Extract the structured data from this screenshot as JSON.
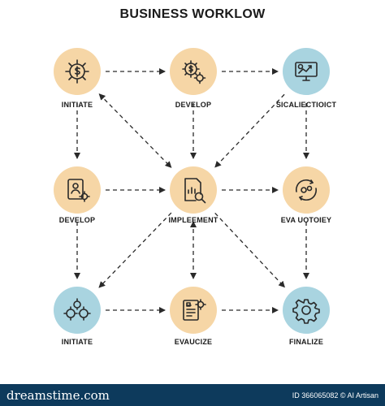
{
  "title": "BUSINESS WORKLOW",
  "colors": {
    "peach": "#f6d6a6",
    "blue": "#a9d4e0",
    "arrow": "#2a2a2a",
    "footer": "#0d3a5c"
  },
  "nodes": [
    {
      "id": "n1",
      "label": "INITIATE",
      "color": "peach",
      "icon": "dollar-gear-icon"
    },
    {
      "id": "n2",
      "label": "DEVELOP",
      "color": "peach",
      "icon": "dollar-gears-icon"
    },
    {
      "id": "n3",
      "label": "SICALIECTIOICT",
      "color": "blue",
      "icon": "monitor-chart-icon"
    },
    {
      "id": "n4",
      "label": "DEVELOP",
      "color": "peach",
      "icon": "id-card-gear-icon"
    },
    {
      "id": "n5",
      "label": "IMPLEEMENT",
      "color": "peach",
      "icon": "report-magnifier-icon"
    },
    {
      "id": "n6",
      "label": "EVA UOTOIEY",
      "color": "peach",
      "icon": "cycle-gears-icon"
    },
    {
      "id": "n7",
      "label": "INITIATE",
      "color": "blue",
      "icon": "gear-cluster-icon"
    },
    {
      "id": "n8",
      "label": "EVAUCIZE",
      "color": "peach",
      "icon": "document-gear-icon"
    },
    {
      "id": "n9",
      "label": "FINALIZE",
      "color": "blue",
      "icon": "gear-icon"
    }
  ],
  "edges": [
    {
      "from": "n1",
      "to": "n2"
    },
    {
      "from": "n2",
      "to": "n3"
    },
    {
      "from": "n1",
      "to": "n4"
    },
    {
      "from": "n2",
      "to": "n5"
    },
    {
      "from": "n3",
      "to": "n6"
    },
    {
      "from": "n1",
      "to": "n5",
      "both": true
    },
    {
      "from": "n3",
      "to": "n5"
    },
    {
      "from": "n4",
      "to": "n5"
    },
    {
      "from": "n5",
      "to": "n6"
    },
    {
      "from": "n4",
      "to": "n7"
    },
    {
      "from": "n5",
      "to": "n7"
    },
    {
      "from": "n5",
      "to": "n8",
      "both": true
    },
    {
      "from": "n5",
      "to": "n9"
    },
    {
      "from": "n6",
      "to": "n9"
    },
    {
      "from": "n7",
      "to": "n8"
    },
    {
      "from": "n8",
      "to": "n9"
    }
  ],
  "footer": {
    "logo": "dreamstime.com",
    "id_text": "ID 366065082 © AI Artisan"
  }
}
